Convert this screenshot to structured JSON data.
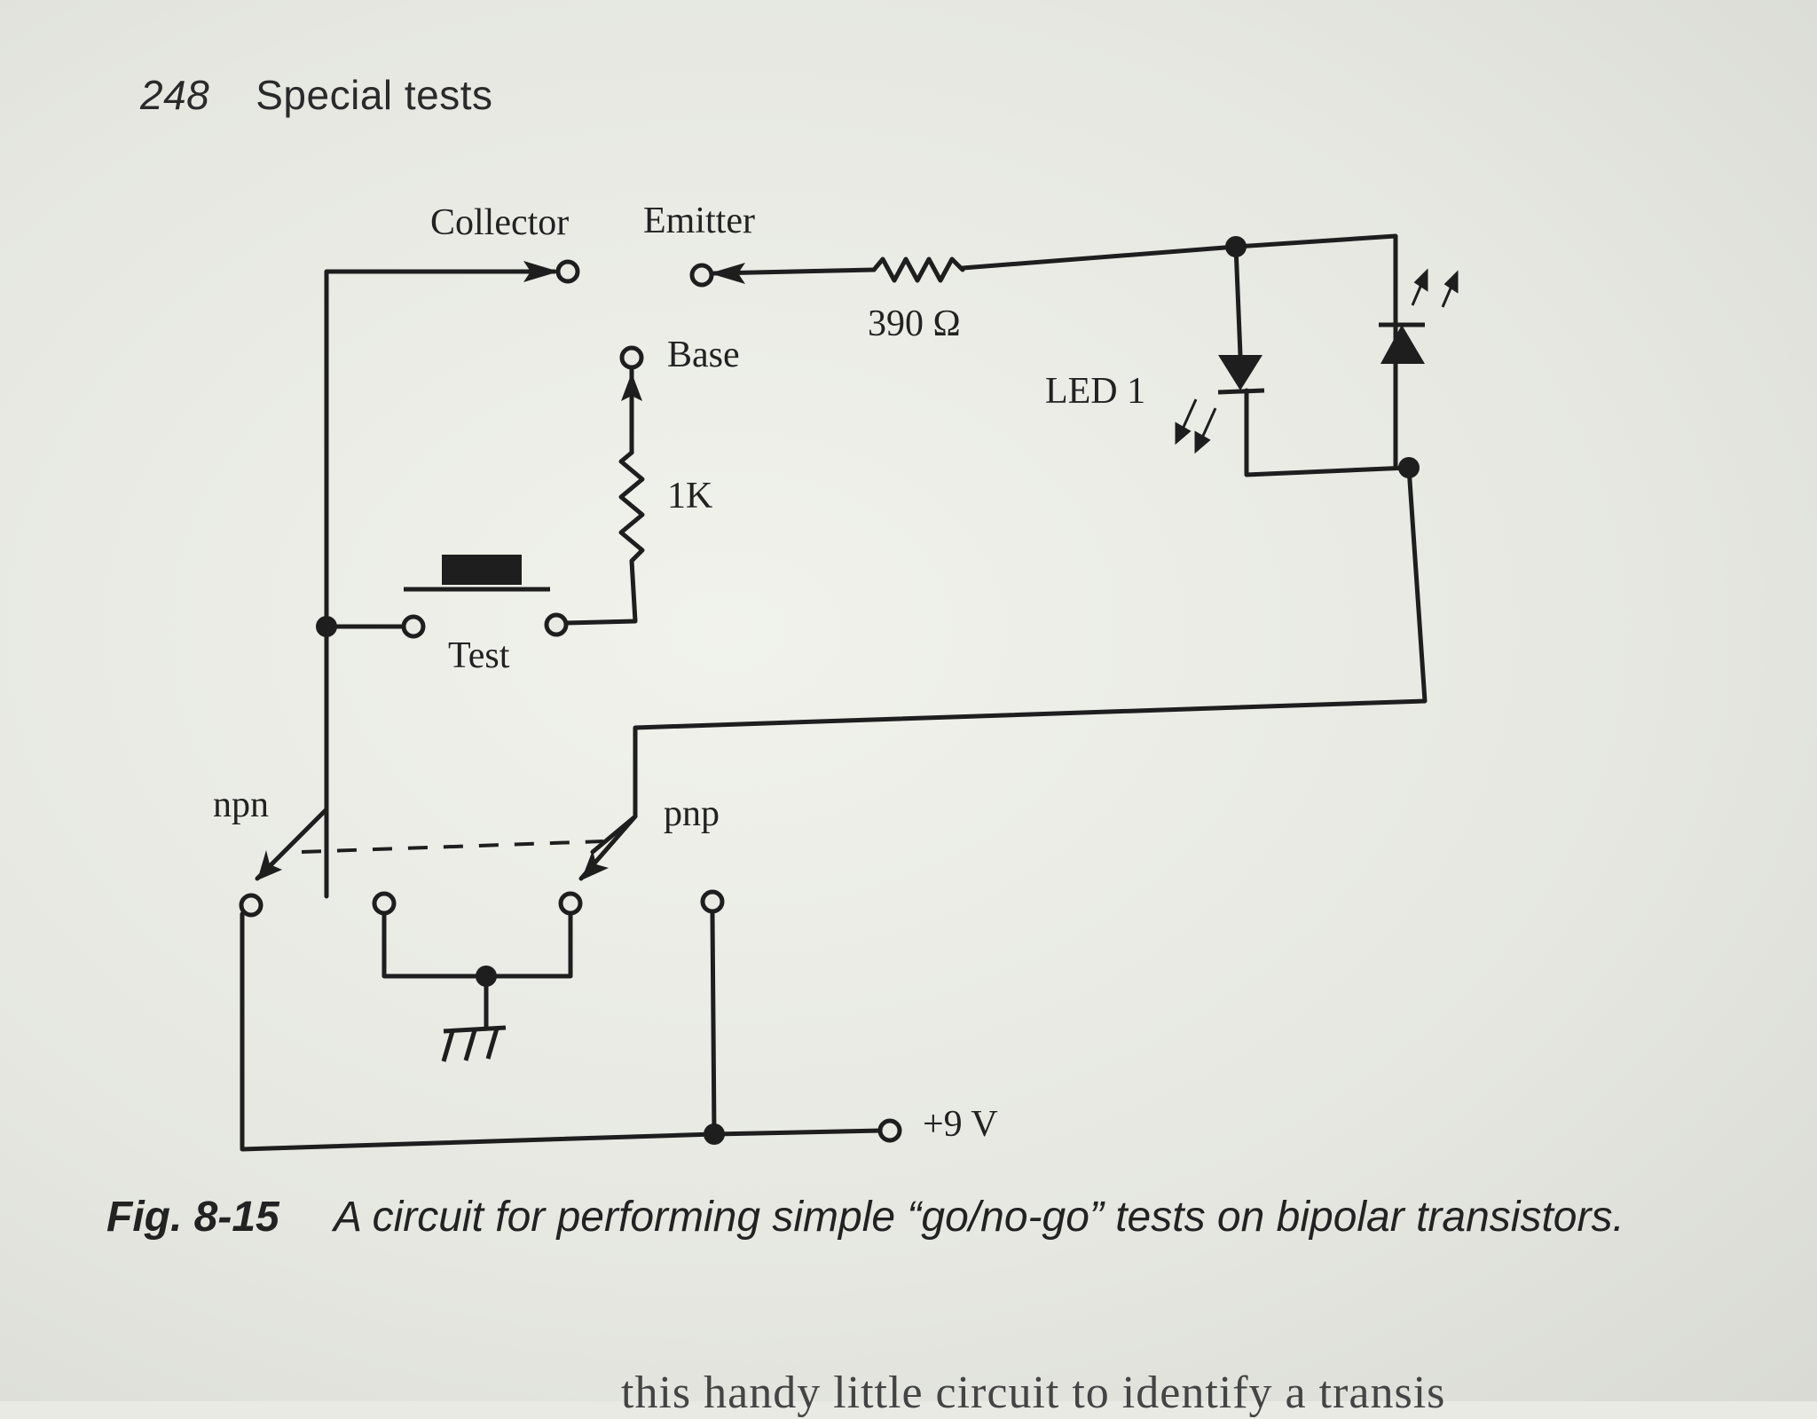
{
  "header": {
    "page_number": "248",
    "section_title": "Special tests"
  },
  "circuit": {
    "labels": {
      "collector": "Collector",
      "emitter": "Emitter",
      "base": "Base",
      "resistor_390": "390 Ω",
      "resistor_1k": "1K",
      "led": "LED 1",
      "test": "Test",
      "npn": "npn",
      "pnp": "pnp",
      "supply": "+9 V"
    }
  },
  "caption": {
    "figure_number": "Fig. 8-15",
    "text": "A circuit for performing simple “go/no-go” tests on bipolar transistors."
  },
  "bottom_text": "this handy little circuit to identify a transis"
}
